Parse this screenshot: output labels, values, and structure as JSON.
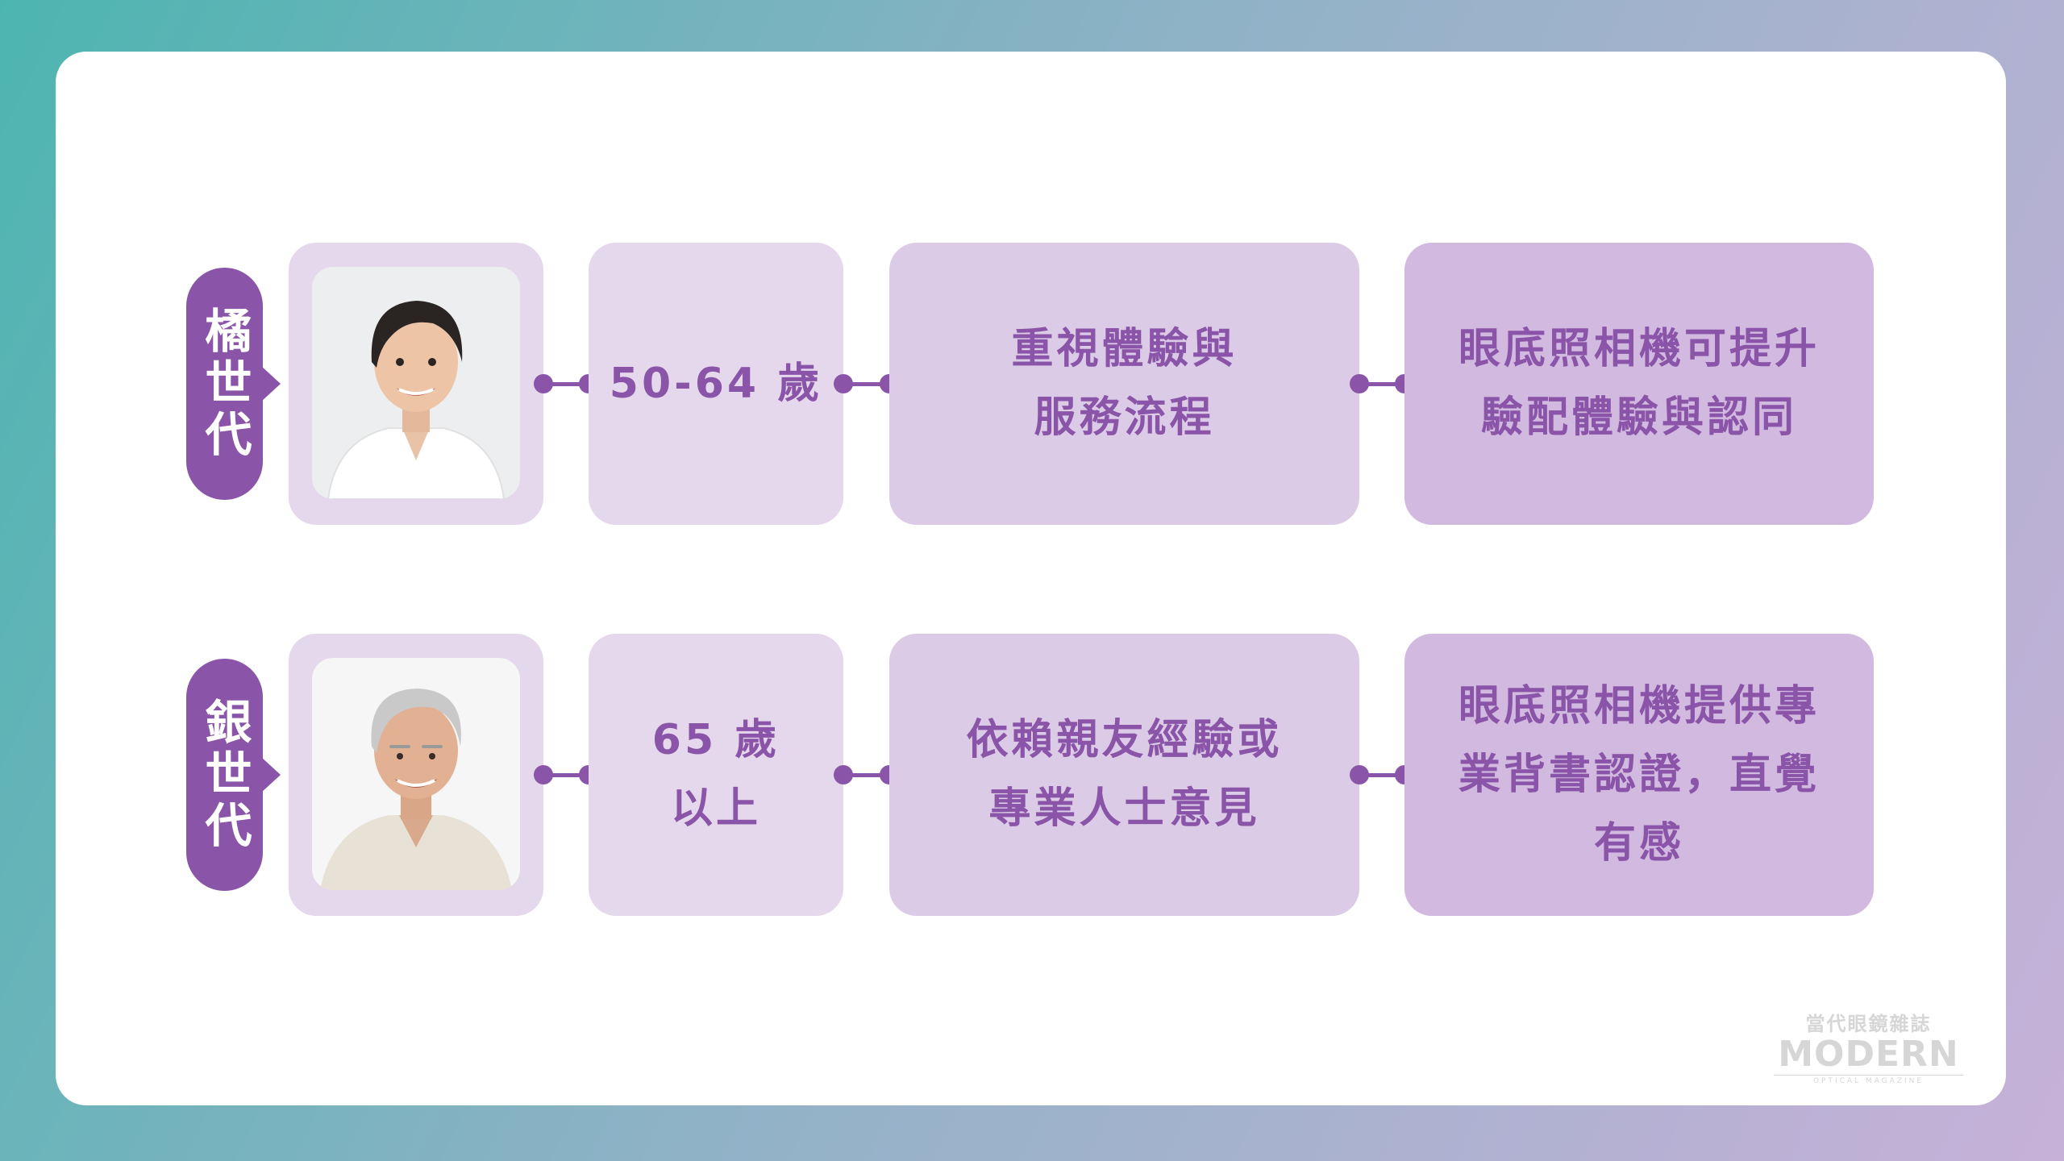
{
  "rows": [
    {
      "tag": "橘世代",
      "photo_icon": "woman-portrait-icon",
      "age": "50-64 歲",
      "focus": "重視體驗與\n服務流程",
      "insight": "眼底照相機可提升\n驗配體驗與認同"
    },
    {
      "tag": "銀世代",
      "photo_icon": "man-portrait-icon",
      "age": "65 歲\n以上",
      "focus": "依賴親友經驗或\n專業人士意見",
      "insight": "眼底照相機提供專\n業背書認證，直覺\n有感"
    }
  ],
  "logo": {
    "chinese": "當代眼鏡雜誌",
    "english": "MODERN",
    "subtitle": "OPTICAL MAGAZINE"
  },
  "colors": {
    "accent": "#8a55a8",
    "box_light": "#e6d8ec",
    "box_mid": "#dccbe6",
    "box_dark": "#d2b9e0"
  }
}
